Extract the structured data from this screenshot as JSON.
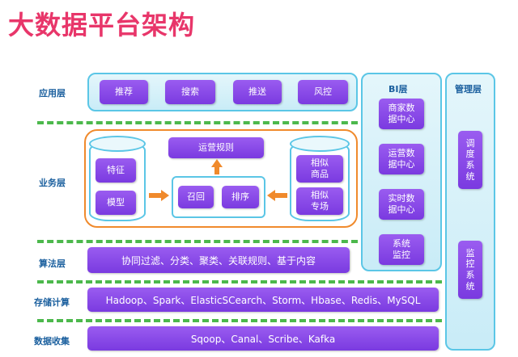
{
  "title": "大数据平台架构",
  "layers": {
    "app": "应用层",
    "business": "业务层",
    "algorithm": "算法层",
    "storage": "存储计算",
    "collect": "数据收集"
  },
  "app_items": [
    "推荐",
    "搜索",
    "推送",
    "风控"
  ],
  "business": {
    "left_db": [
      "特征",
      "模型"
    ],
    "ops_rules": "运营规则",
    "middle": [
      "召回",
      "排序"
    ],
    "right_db": [
      "相似\n商品",
      "相似\n专场"
    ]
  },
  "algorithm_text": "协同过滤、分类、聚类、关联规则、基于内容",
  "storage_text": "Hadoop、Spark、ElasticSCearch、Storm、Hbase、Redis、MySQL",
  "collect_text": "Sqoop、Canal、Scribe、Kafka",
  "bi": {
    "title": "BI层",
    "items": [
      "商家数\n据中心",
      "运营数\n据中心",
      "实时数\n据中心",
      "系统\n监控"
    ]
  },
  "mgmt": {
    "title": "管理层",
    "items": [
      "调\n度\n系\n统",
      "监\n控\n系\n统"
    ]
  },
  "colors": {
    "title": "#e8366a",
    "button": "#8a4ae8",
    "panel_border": "#5bc6e6",
    "dash": "#4cb84c",
    "arrow": "#f08a2c"
  }
}
